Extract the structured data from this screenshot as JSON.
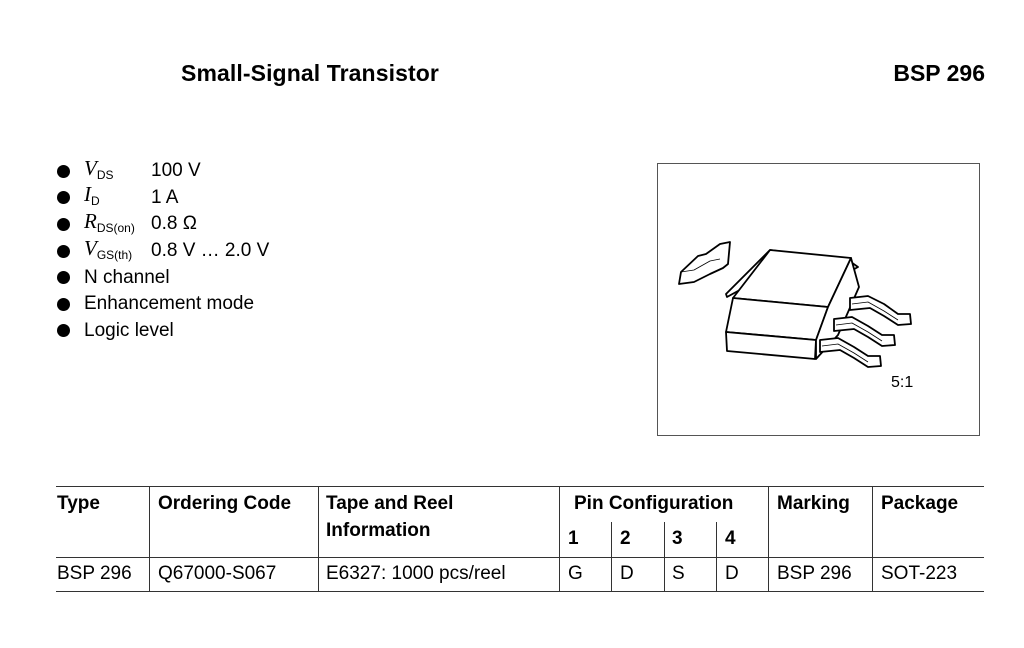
{
  "header": {
    "title": "Small-Signal Transistor",
    "part_number": "BSP 296"
  },
  "features": [
    {
      "symbol": "V",
      "subscript": "DS",
      "value": "100 V"
    },
    {
      "symbol": "I",
      "subscript": "D",
      "value": "1 A"
    },
    {
      "symbol": "R",
      "subscript": "DS(on)",
      "value": "0.8 Ω"
    },
    {
      "symbol": "V",
      "subscript": "GS(th)",
      "value": "0.8 V … 2.0 V"
    },
    {
      "text": "N channel"
    },
    {
      "text": "Enhancement mode"
    },
    {
      "text": "Logic level"
    }
  ],
  "figure": {
    "scale": "5:1",
    "description": "SOT-223 package drawing"
  },
  "table": {
    "headers": {
      "type": "Type",
      "ordering_code": "Ordering Code",
      "tape_reel_line1": "Tape and Reel",
      "tape_reel_line2": "Information",
      "pin_configuration": "Pin Configuration",
      "pins": [
        "1",
        "2",
        "3",
        "4"
      ],
      "marking": "Marking",
      "package": "Package"
    },
    "rows": [
      {
        "type": "BSP 296",
        "ordering_code": "Q67000-S067",
        "tape_reel": "E6327: 1000 pcs/reel",
        "pins": [
          "G",
          "D",
          "S",
          "D"
        ],
        "marking": "BSP 296",
        "package": "SOT-223"
      }
    ]
  }
}
